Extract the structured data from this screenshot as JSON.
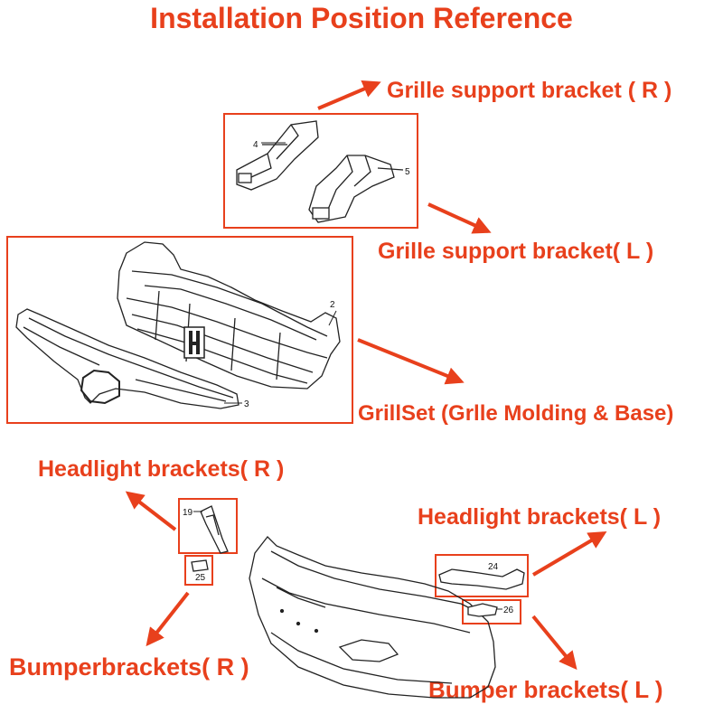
{
  "title": "Installation Position Reference",
  "labels": {
    "grille_support_r": "Grille support bracket ( R )",
    "grille_support_l": "Grille support bracket( L )",
    "grill_set": "GrillSet (Grlle Molding & Base)",
    "headlight_r": "Headlight brackets( R )",
    "headlight_l": "Headlight brackets( L )",
    "bumper_r": "Bumperbrackets( R )",
    "bumper_l": "Bumper brackets( L )"
  },
  "part_numbers": {
    "p2": "2",
    "p3": "3",
    "p4": "4",
    "p5": "5",
    "p19": "19",
    "p24": "24",
    "p25": "25",
    "p26": "26"
  },
  "colors": {
    "accent": "#e8401c",
    "line": "#222222"
  }
}
